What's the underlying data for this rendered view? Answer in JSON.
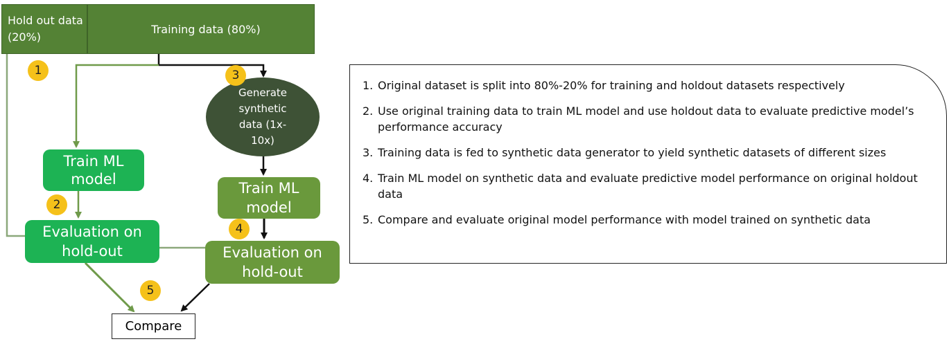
{
  "flowchart": {
    "holdout_label": "Hold out data (20%)",
    "training_label": "Training data (80%)",
    "generate_label": "Generate synthetic data (1x-10x)",
    "train_left": "Train ML model",
    "train_right": "Train ML model",
    "eval_left": "Evaluation on hold-out",
    "eval_right": "Evaluation on hold-out",
    "compare": "Compare",
    "steps": [
      "1",
      "2",
      "3",
      "4",
      "5"
    ]
  },
  "legend": {
    "items": [
      {
        "num": "1.",
        "text": "Original dataset is split into 80%-20% for training and holdout datasets respectively"
      },
      {
        "num": "2.",
        "text": "Use original training data to train ML model and use holdout data to evaluate predictive model’s performance accuracy"
      },
      {
        "num": "3.",
        "text": "Training data is fed to synthetic data generator to yield synthetic datasets of different sizes"
      },
      {
        "num": "4.",
        "text": "Train ML model on synthetic data and evaluate predictive model performance on original holdout data"
      },
      {
        "num": "5.",
        "text": "Compare and evaluate original model performance with model trained on synthetic data"
      }
    ]
  },
  "colors": {
    "bar_green": "#548235",
    "bright_green": "#1db354",
    "olive_green": "#6a993c",
    "dark_ellipse": "#3e5236",
    "badge_yellow": "#f5c11a",
    "line_green": "#6f9a4a"
  }
}
